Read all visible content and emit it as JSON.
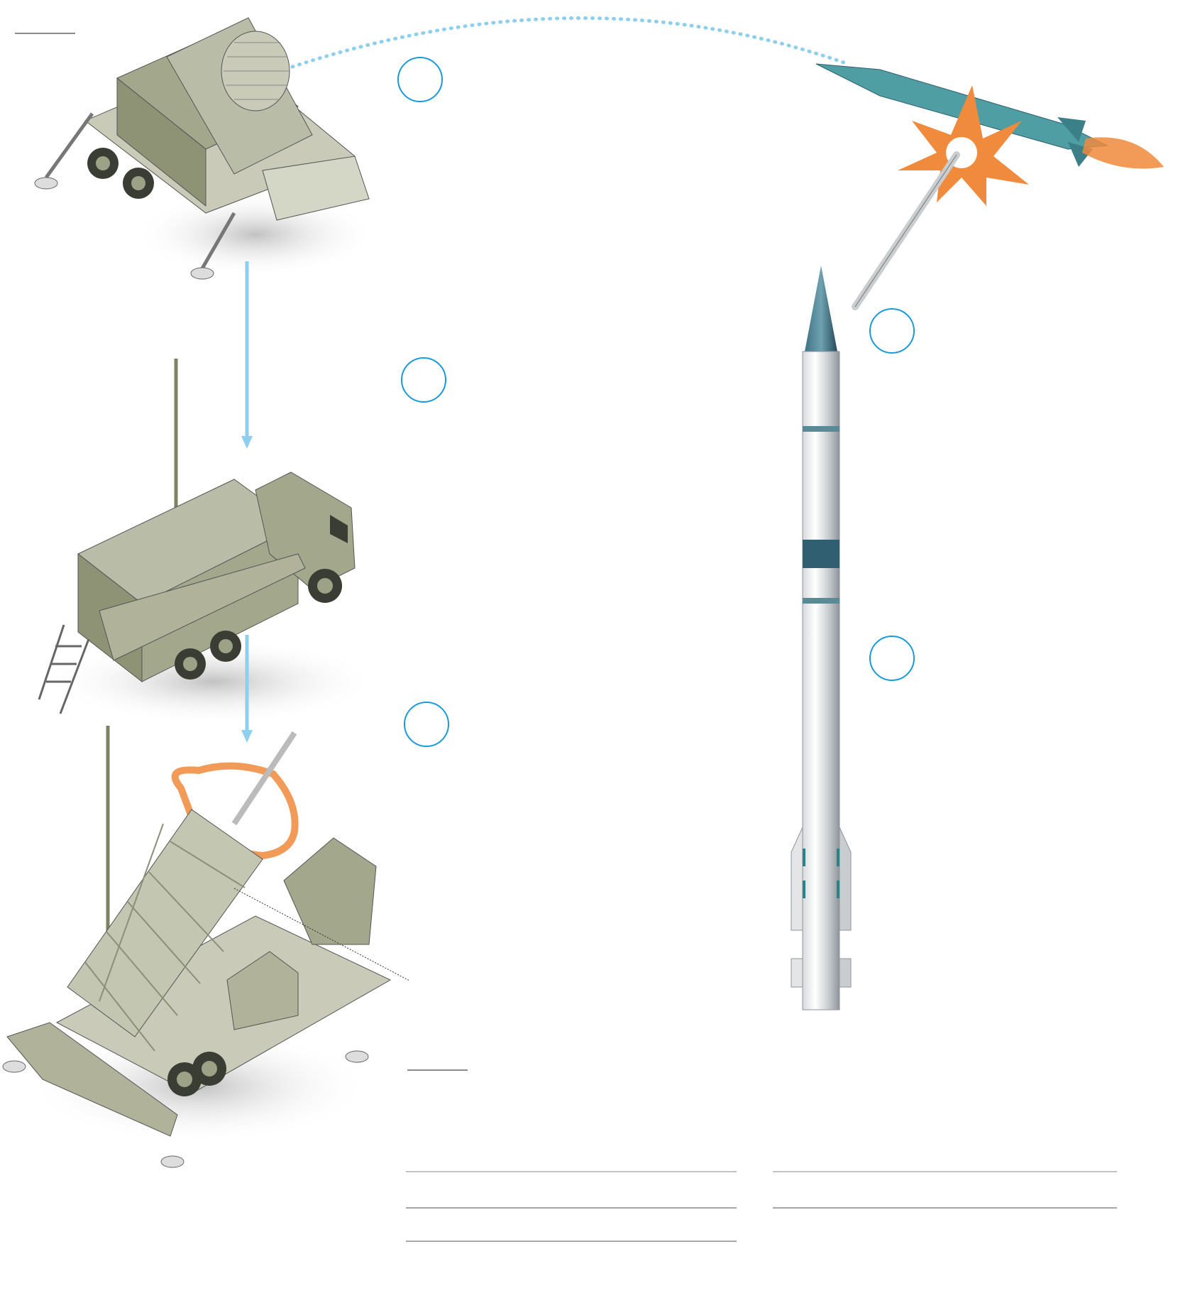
{
  "colors": {
    "accent_blue": "#1a9ad9",
    "arrow_blue": "#8ecfee",
    "vehicle_light": "#c9cbb8",
    "vehicle_mid": "#a3a88c",
    "vehicle_dark": "#7d8466",
    "missile_teal": "#4e9ea3",
    "missile_dark": "#2f5f70",
    "flame_orange": "#f08a3c",
    "rule_gray": "#8a8a8a",
    "rule_light": "#c4c4c4"
  },
  "step_markers": [
    {
      "id": 1
    },
    {
      "id": 2
    },
    {
      "id": 3
    },
    {
      "id": 4
    },
    {
      "id": 5
    }
  ]
}
